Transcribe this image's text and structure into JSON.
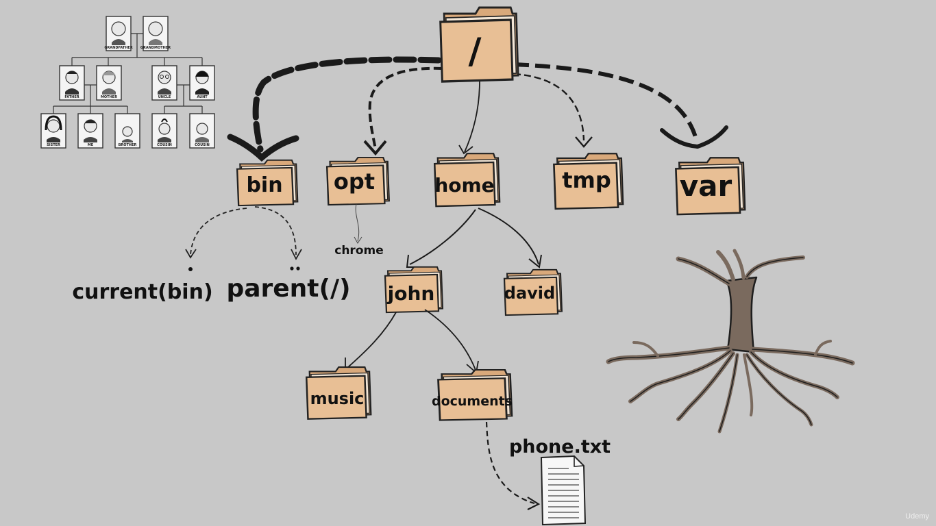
{
  "root": {
    "label": "/"
  },
  "folders": {
    "bin": "bin",
    "opt": "opt",
    "home": "home",
    "tmp": "tmp",
    "var": "var",
    "john": "john",
    "david": "david",
    "music": "music",
    "documents": "documents"
  },
  "annotations": {
    "chrome": "chrome",
    "current": "current(bin)",
    "parent": "parent(/)",
    "phone": "phone.txt"
  },
  "family_tree": {
    "row1": [
      "GRANDFATHER",
      "GRANDMOTHER"
    ],
    "row2": [
      "FATHER",
      "MOTHER",
      "UNCLE",
      "AUNT"
    ],
    "row3": [
      "SISTER",
      "ME",
      "BROTHER",
      "COUSIN",
      "COUSIN"
    ]
  },
  "watermark": "Udemy",
  "colors": {
    "background": "#c8c8c8",
    "folder": "#e8bf95",
    "tree": "#7a6a5e",
    "ink": "#111111"
  }
}
